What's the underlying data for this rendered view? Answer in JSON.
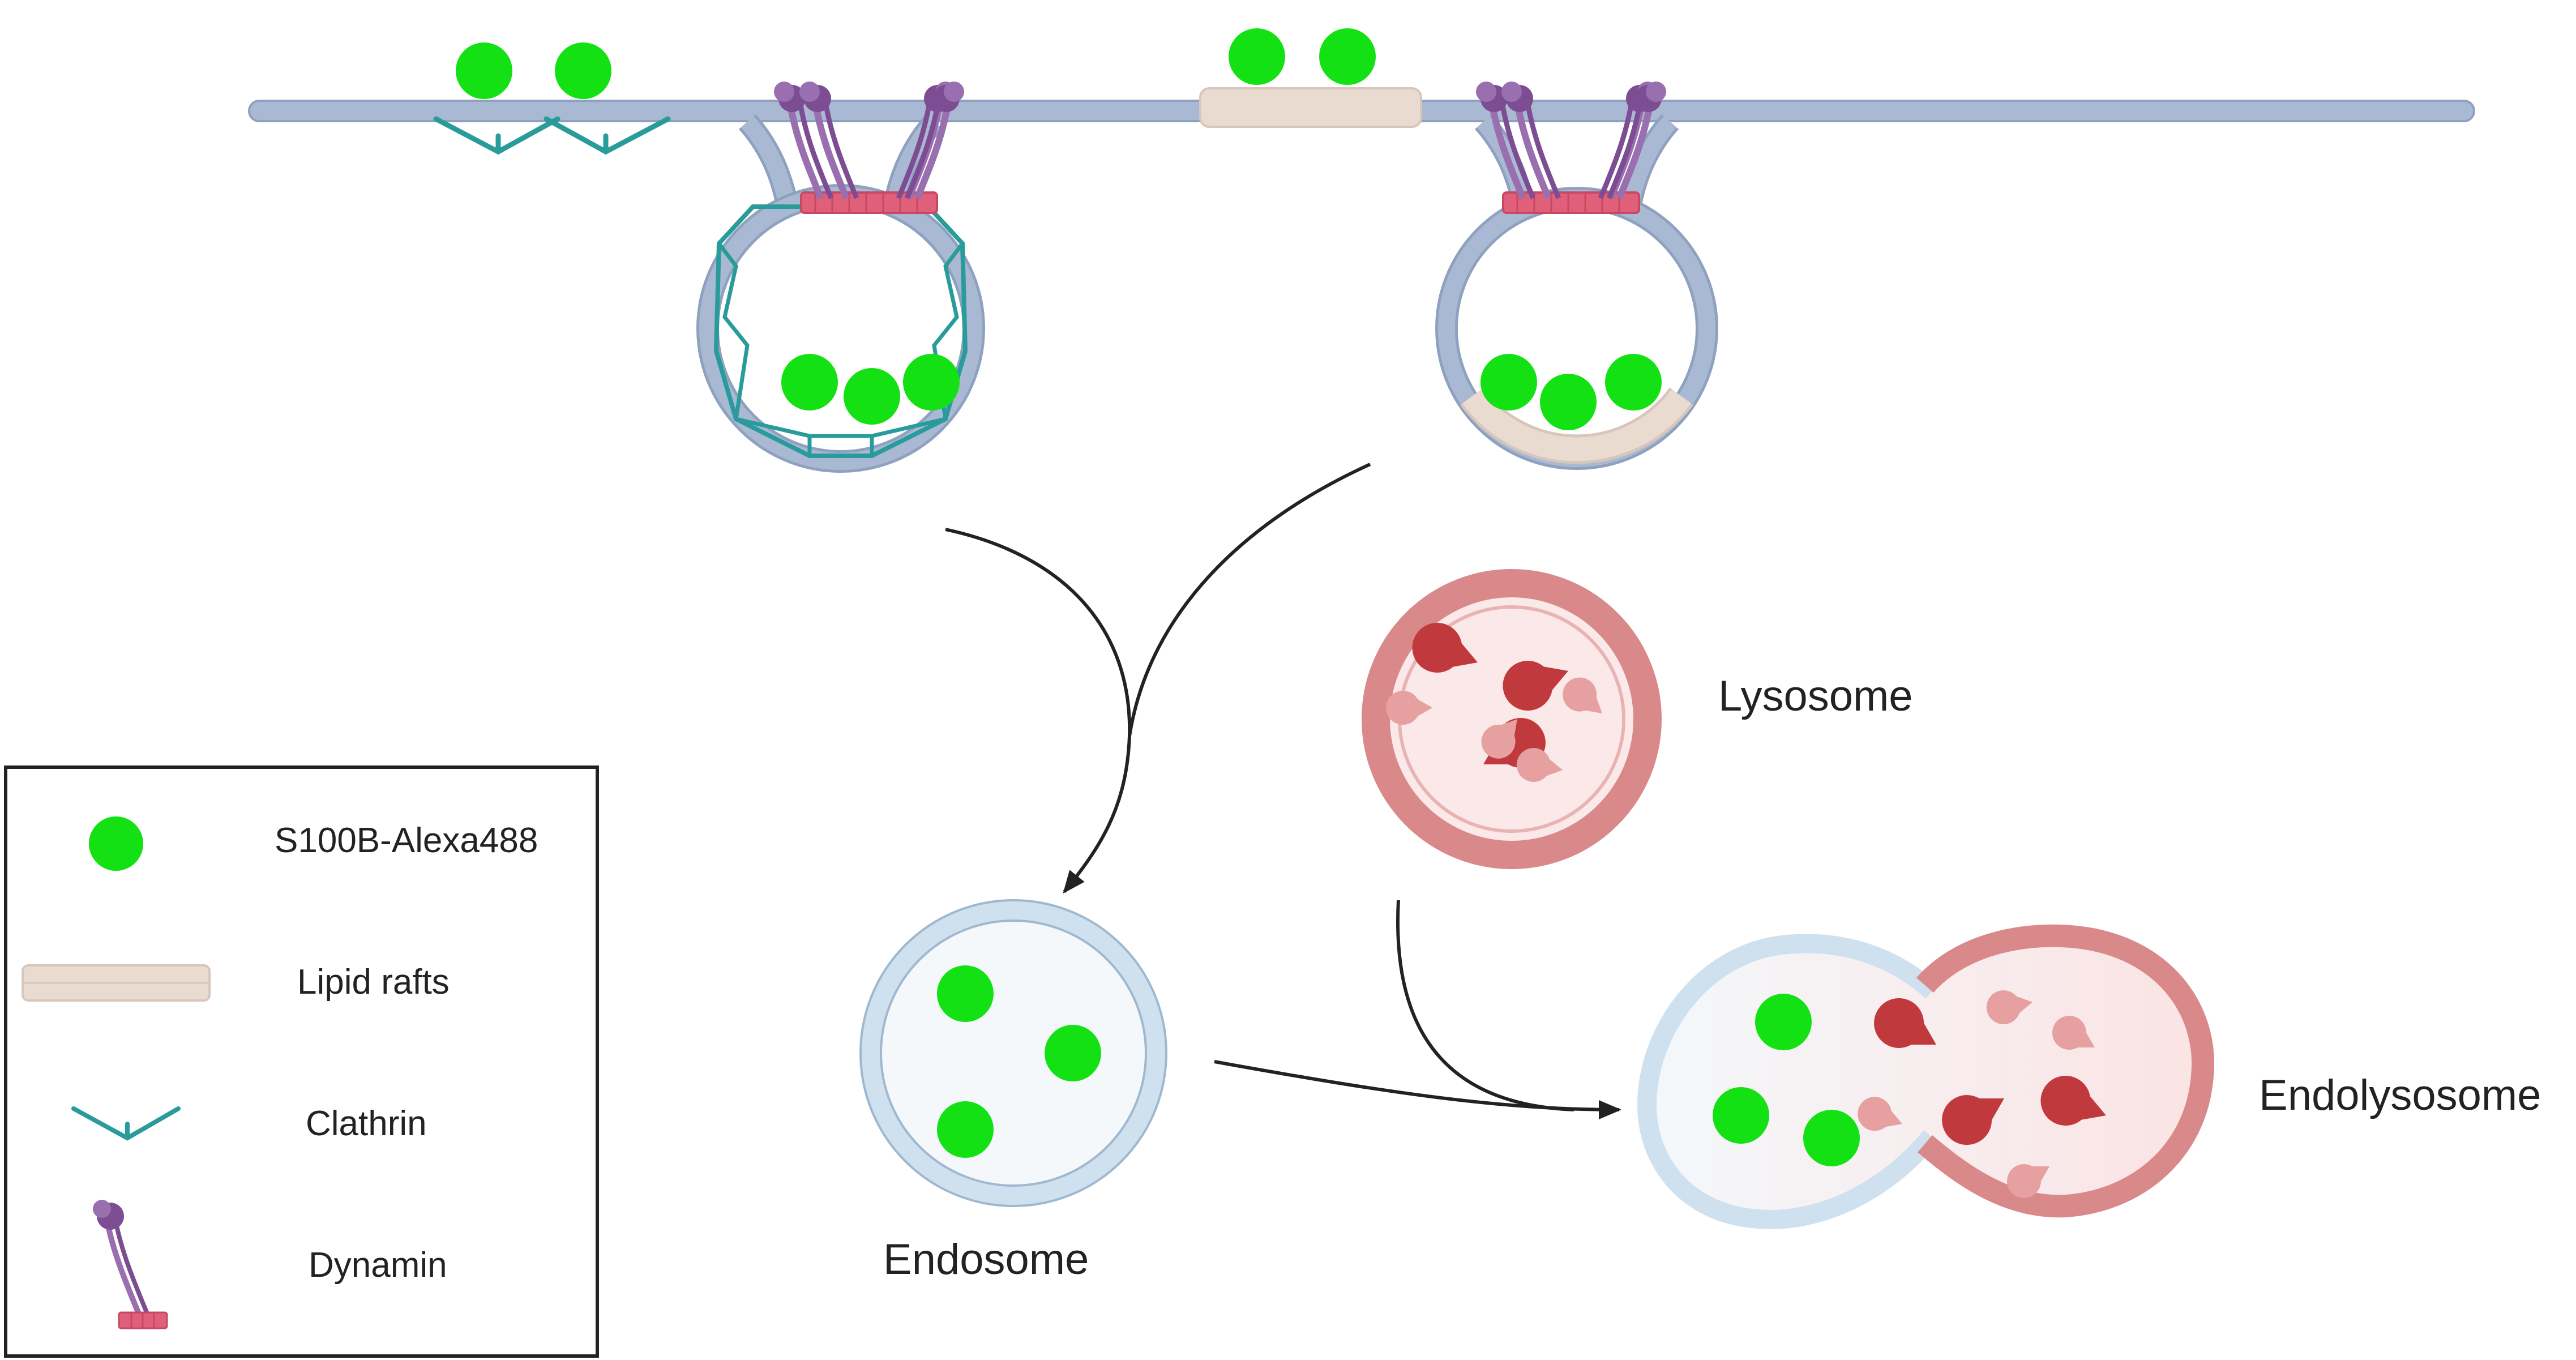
{
  "labels": {
    "lysosome": "Lysosome",
    "endosome": "Endosome",
    "endolysosome": "Endolysosome"
  },
  "legend": {
    "items": [
      {
        "label": "S100B-Alexa488",
        "icon": "green-dot-icon"
      },
      {
        "label": "Lipid rafts",
        "icon": "lipid-raft-icon"
      },
      {
        "label": "Clathrin",
        "icon": "clathrin-icon"
      },
      {
        "label": "Dynamin",
        "icon": "dynamin-icon"
      }
    ]
  },
  "colors": {
    "membrane": "#a9b9d3",
    "membrane_edge": "#8ea1bf",
    "s100b": "#14e114",
    "lipid_raft": "#eadbd1",
    "clathrin": "#2a9b9b",
    "dynamin_head": "#7d4d93",
    "dynamin_base": "#e0607a",
    "lysosome_ring": "#d9898a",
    "lysosome_fill": "#fbe8e8",
    "enzyme_dark": "#c0393d",
    "enzyme_light": "#e6a0a0",
    "endosome_ring": "#cfe0ee",
    "endosome_fill": "#f4f8fb",
    "arrow": "#222222"
  }
}
